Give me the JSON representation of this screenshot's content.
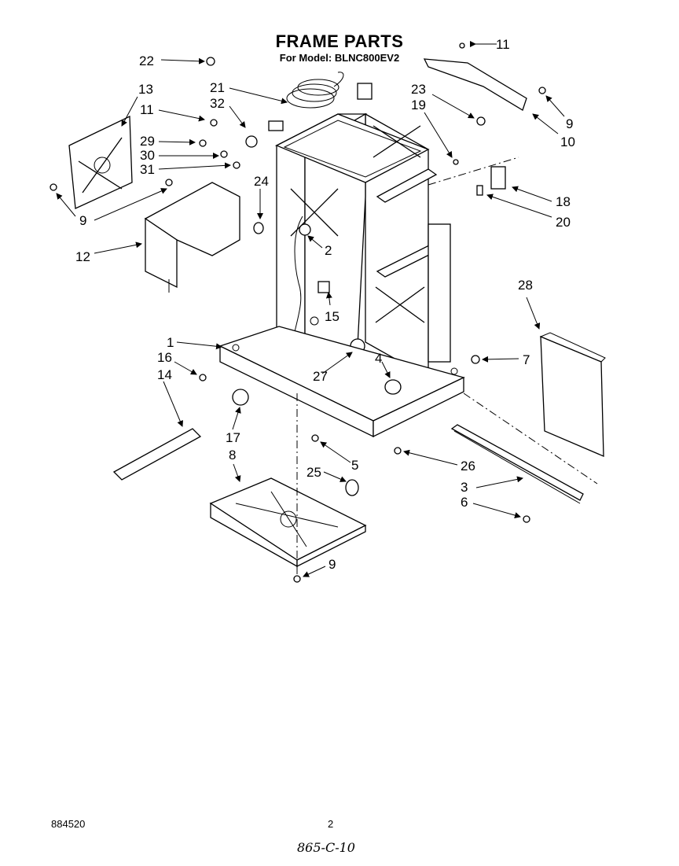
{
  "header": {
    "title": "FRAME PARTS",
    "subtitle": "For Model: BLNC800EV2"
  },
  "callouts": [
    "22",
    "21",
    "32",
    "11",
    "13",
    "11",
    "29",
    "30",
    "31",
    "24",
    "9",
    "12",
    "23",
    "19",
    "9",
    "10",
    "18",
    "20",
    "2",
    "15",
    "28",
    "1",
    "16",
    "14",
    "27",
    "4",
    "7",
    "17",
    "8",
    "5",
    "26",
    "25",
    "3",
    "6",
    "9"
  ],
  "footer": {
    "code": "884520",
    "page": "2",
    "handwritten": "865-C-10"
  }
}
